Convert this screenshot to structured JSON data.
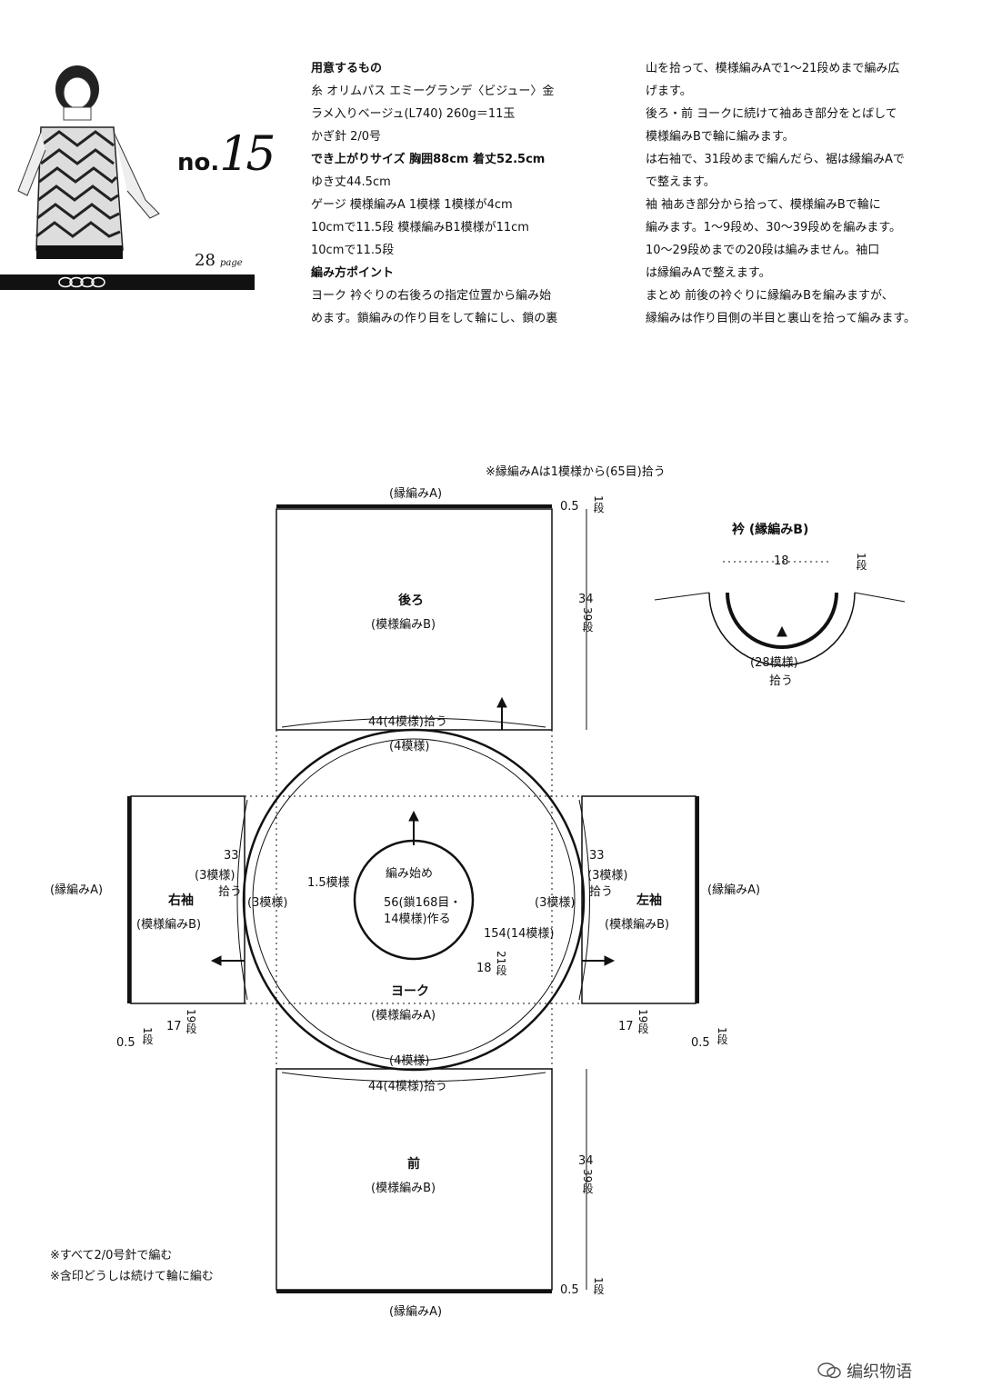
{
  "header": {
    "issue_prefix": "no.",
    "issue_number": "15",
    "page_ref_number": "28",
    "page_ref_unit": "page"
  },
  "main": {
    "materials_header": "用意するもの",
    "yarn": "糸 オリムパス エミーグランデ〈ビジュー〉金",
    "yarn_color": "ラメ入りベージュ(L740) 260g＝11玉",
    "hook": "かぎ針 2/0号",
    "size": "でき上がりサイズ 胸囲88cm 着丈52.5cm",
    "yoke_depth": "ゆき丈44.5cm",
    "gauge_1": "ゲージ 模様編みA 1模様 1模様が4cm",
    "gauge_2": "10cmで11.5段 模様編みB1模様が11cm",
    "gauge_3": "10cmで11.5段",
    "points_header": "編み方ポイント",
    "yoke_1": "ヨーク 衿ぐりの右後ろの指定位置から編み始",
    "yoke_2": "めます。鎖編みの作り目をして輪にし、鎖の裏",
    "col3_1": "山を拾って、模様編みAで1～21段めまで編み広",
    "col3_2": "げます。",
    "col3_3": "後ろ・前 ヨークに続けて袖あき部分をとばして",
    "col3_4": "模様編みBで輪に編みます。",
    "col3_5": "は右袖で、31段めまで編んだら、裾は縁編みAで",
    "col3_6": "で整えます。",
    "col3_7": "袖 袖あき部分から拾って、模様編みBで輪に",
    "col3_8": "編みます。1～9段め、30～39段めを編みます。",
    "col3_9": "10～29段めまでの20段は編みません。袖口",
    "col3_10": "は縁編みAで整えます。",
    "col3_11": "まとめ 前後の衿ぐりに縁編みBを編みますが、",
    "col3_12": "縁編みは作り目側の半目と裏山を拾って編みます。"
  },
  "diagram": {
    "top_note": "※縁編みAは1模様から(65目)拾う",
    "edging_a": "(縁編みA)",
    "back_title": "後ろ",
    "pattern_b": "(模様編みB)",
    "back_height": "34",
    "back_rows": "39段",
    "half_cm": "0.5",
    "one_row": "1段",
    "back_bottom": "44(4模様)拾う",
    "four_patterns": "(4模様)",
    "collar_title": "衿 (縁編みB)",
    "collar_width": "18",
    "collar_pattern": "(28模様)",
    "collar_pick": "拾う",
    "right_sleeve": "右袖",
    "left_sleeve": "左袖",
    "sleeve_height": "33",
    "sleeve_patterns": "(3模様)",
    "sleeve_pick": "拾う",
    "three_patterns": "(3模様)",
    "start_here": "編み始め",
    "start_width": "1.5模様",
    "start_chain": "56(鎖168目・",
    "start_chain2": "14模様)作る",
    "yoke_title": "ヨーク",
    "pattern_a": "(模様編みA)",
    "yoke_circ": "154(14模様)",
    "yoke_depth": "18",
    "yoke_rows": "21段",
    "sleeve_len": "17",
    "sleeve_rows": "19段",
    "front_title": "前",
    "front_top": "44(4模様)拾う",
    "note_1": "※すべて2/0号針で編む",
    "note_2": "※含印どうしは続けて輪に編む"
  },
  "footer": {
    "brand": "编织物语"
  }
}
